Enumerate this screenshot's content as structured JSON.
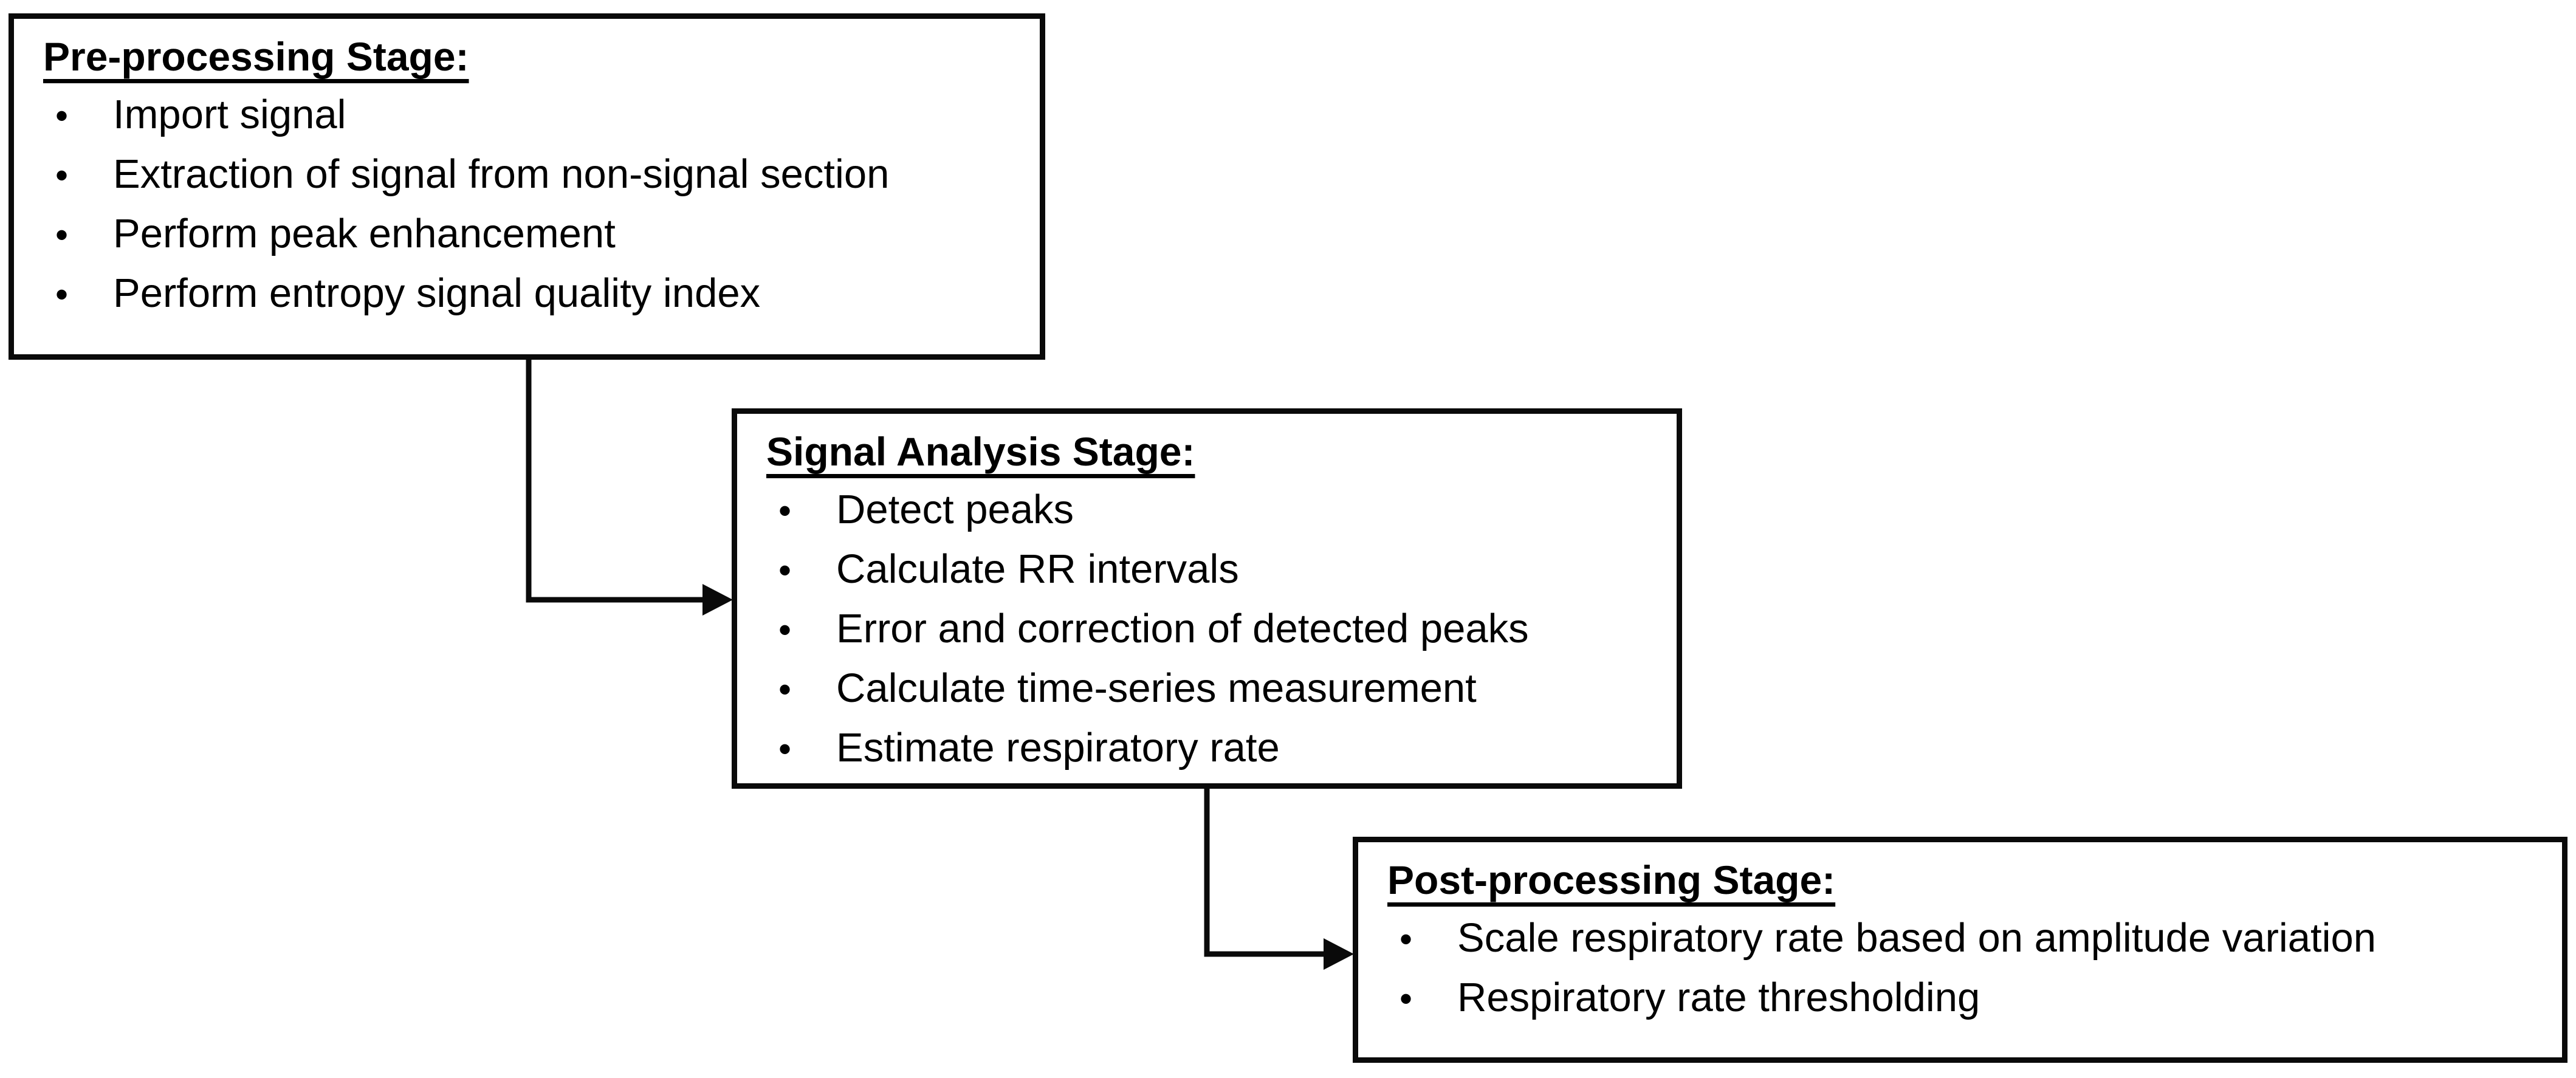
{
  "diagram": {
    "background_color": "#ffffff",
    "box_border_color": "#0a0a0a",
    "text_color": "#000000",
    "connector_color": "#0a0a0a",
    "bullet_char": "•",
    "boxes": [
      {
        "id": "pre-processing",
        "title": "Pre-processing Stage:",
        "items": [
          "Import signal",
          "Extraction of signal from non-signal section",
          "Perform peak enhancement",
          "Perform entropy signal quality index"
        ]
      },
      {
        "id": "signal-analysis",
        "title": "Signal Analysis Stage:",
        "items": [
          "Detect peaks",
          "Calculate RR intervals",
          "Error and correction of detected peaks",
          "Calculate time-series measurement",
          "Estimate respiratory rate"
        ]
      },
      {
        "id": "post-processing",
        "title": "Post-processing Stage:",
        "items": [
          "Scale respiratory rate based on amplitude variation",
          "Respiratory rate thresholding"
        ]
      }
    ],
    "connectors": [
      {
        "from": "pre-processing",
        "to": "signal-analysis",
        "style": "elbow-down-right-arrow"
      },
      {
        "from": "signal-analysis",
        "to": "post-processing",
        "style": "elbow-down-right-arrow"
      }
    ]
  }
}
